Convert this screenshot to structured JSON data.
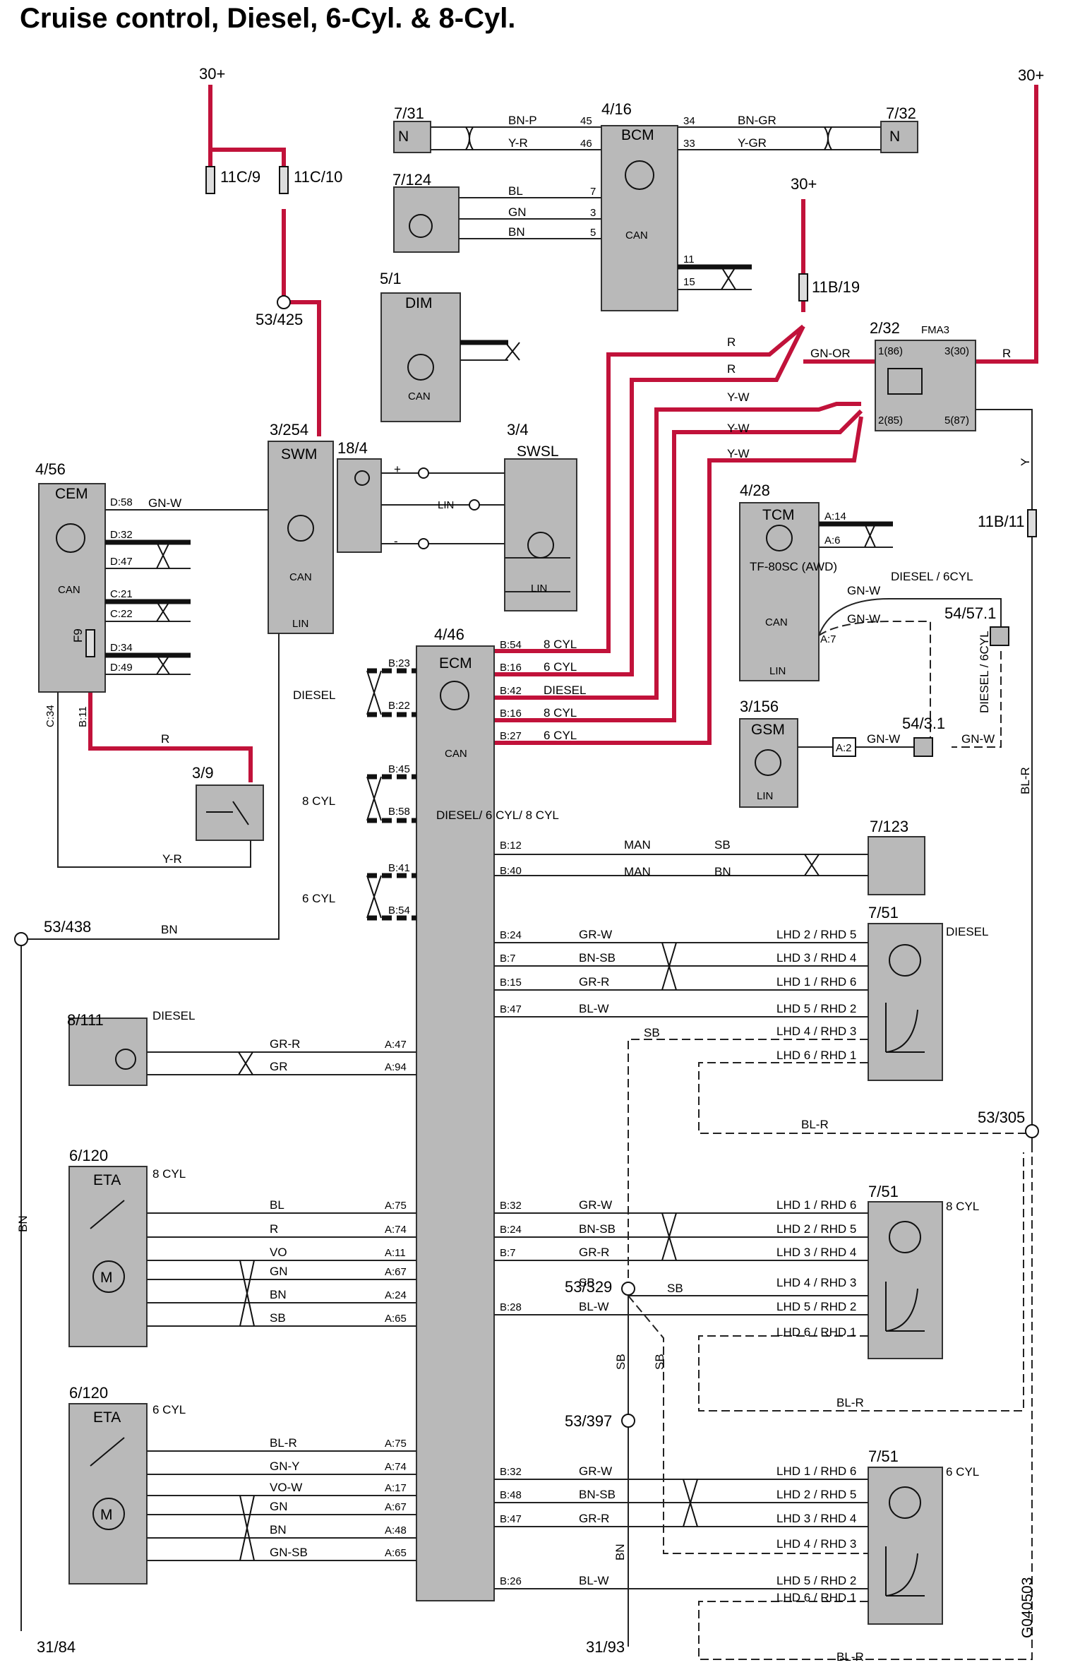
{
  "title": "Cruise control, Diesel, 6-Cyl. & 8-Cyl.",
  "figure_code": "G040503",
  "supplies": {
    "left": "30+",
    "right": "30+",
    "mid": "30+"
  },
  "components": {
    "bcm": {
      "code": "4/16",
      "name": "BCM",
      "can": "CAN"
    },
    "n731": {
      "code": "7/31",
      "n": "N"
    },
    "n732": {
      "code": "7/32",
      "n": "N"
    },
    "n7124": {
      "code": "7/124"
    },
    "dim": {
      "code": "5/1",
      "name": "DIM",
      "can": "CAN"
    },
    "cem": {
      "code": "4/56",
      "name": "CEM",
      "can": "CAN",
      "fuse": "F9"
    },
    "swm": {
      "code": "3/254",
      "name": "SWM",
      "can": "CAN",
      "lin": "LIN"
    },
    "c184": {
      "code": "18/4"
    },
    "swsl": {
      "code": "3/4",
      "name": "SWSL",
      "lin": "LIN"
    },
    "ecm": {
      "code": "4/46",
      "name": "ECM",
      "can": "CAN",
      "variant": "DIESEL/ 6 CYL/ 8 CYL"
    },
    "tcm": {
      "code": "4/28",
      "name": "TCM",
      "sub": "TF-80SC (AWD)",
      "can": "CAN",
      "lin": "LIN"
    },
    "gsm": {
      "code": "3/156",
      "name": "GSM",
      "lin": "LIN"
    },
    "fma3": {
      "code": "2/32",
      "name": "FMA3"
    },
    "c39": {
      "code": "3/9"
    },
    "c7123": {
      "code": "7/123"
    },
    "s751d": {
      "code": "7/51",
      "variant": "DIESEL"
    },
    "s7518": {
      "code": "7/51",
      "variant": "8 CYL"
    },
    "s7516": {
      "code": "7/51",
      "variant": "6 CYL"
    },
    "m8111": {
      "code": "8/111",
      "variant": "DIESEL"
    },
    "eta8": {
      "code": "6/120",
      "name": "ETA",
      "variant": "8 CYL",
      "m": "M"
    },
    "eta6": {
      "code": "6/120",
      "name": "ETA",
      "variant": "6 CYL",
      "m": "M"
    }
  },
  "fuses": {
    "f11c9": "11C/9",
    "f11c10": "11C/10",
    "f11b19": "11B/19",
    "f11b11": "11B/11"
  },
  "connectors": {
    "j53425": "53/425",
    "j53438": "53/438",
    "j53305": "53/305",
    "j53329": "53/329",
    "j53397": "53/397",
    "j5457": "54/57.1",
    "j543": "54/3.1",
    "g3184": "31/84",
    "g3193": "31/93"
  },
  "labels": {
    "diesel": "DIESEL",
    "cyl8": "8 CYL",
    "cyl6": "6 CYL",
    "diesel6": "DIESEL / 6CYL",
    "diesel6v": "DIESEL / 6CYL",
    "man": "MAN",
    "r": "R",
    "bn": "BN",
    "sb": "SB",
    "blr": "BL-R",
    "y": "Y",
    "yr": "Y-R",
    "gnor": "GN-OR",
    "gnw": "GN-W",
    "yw": "Y-W",
    "plus": "+",
    "minus": "-",
    "lin": "LIN"
  },
  "ecm_pins_top": [
    "B:54",
    "B:16",
    "B:42",
    "B:16",
    "B:27"
  ],
  "ecm_pins_top_labels": [
    "8 CYL",
    "6 CYL",
    "DIESEL",
    "8 CYL",
    "6 CYL"
  ],
  "ecm_pins_left": [
    "B:23",
    "B:22",
    "B:45",
    "B:58",
    "B:41",
    "B:54"
  ],
  "ecm_pins_right": [
    "B:12",
    "B:40"
  ],
  "sensor_diesel_rows": [
    {
      "pin": "B:24",
      "wire": "GR-W",
      "lhd": "LHD 2 / RHD 5"
    },
    {
      "pin": "B:7",
      "wire": "BN-SB",
      "lhd": "LHD 3 / RHD 4"
    },
    {
      "pin": "B:15",
      "wire": "GR-R",
      "lhd": "LHD 1 / RHD 6"
    },
    {
      "pin": "B:47",
      "wire": "BL-W",
      "lhd": "LHD 5 / RHD 2"
    }
  ],
  "sensor_diesel_extra": [
    "LHD 4 / RHD 3",
    "LHD 6 / RHD 1"
  ],
  "sensor_8_rows": [
    {
      "pin": "B:32",
      "wire": "GR-W",
      "lhd": "LHD 1 / RHD 6"
    },
    {
      "pin": "B:24",
      "wire": "BN-SB",
      "lhd": "LHD 2 / RHD 5"
    },
    {
      "pin": "B:7",
      "wire": "GR-R",
      "lhd": "LHD 3 / RHD 4"
    },
    {
      "pin": "",
      "wire": "SB",
      "lhd": "LHD 4 / RHD 3"
    },
    {
      "pin": "B:28",
      "wire": "BL-W",
      "lhd": "LHD 5 / RHD 2"
    },
    {
      "pin": "",
      "wire": "",
      "lhd": "LHD 6 / RHD 1"
    }
  ],
  "sensor_6_rows": [
    {
      "pin": "B:32",
      "wire": "GR-W",
      "lhd": "LHD 1 / RHD 6"
    },
    {
      "pin": "B:48",
      "wire": "BN-SB",
      "lhd": "LHD 2 / RHD 5"
    },
    {
      "pin": "B:47",
      "wire": "GR-R",
      "lhd": "LHD 3 / RHD 4"
    },
    {
      "pin": "",
      "wire": "",
      "lhd": "LHD 4 / RHD 3"
    },
    {
      "pin": "B:26",
      "wire": "BL-W",
      "lhd": "LHD 5 / RHD 2"
    },
    {
      "pin": "",
      "wire": "",
      "lhd": "LHD 6 / RHD 1"
    }
  ],
  "eta8_rows": [
    {
      "pin": "A:75",
      "wire": "BL"
    },
    {
      "pin": "A:74",
      "wire": "R"
    },
    {
      "pin": "A:11",
      "wire": "VO"
    },
    {
      "pin": "A:67",
      "wire": "GN"
    },
    {
      "pin": "A:24",
      "wire": "BN"
    },
    {
      "pin": "A:65",
      "wire": "SB"
    }
  ],
  "eta6_rows": [
    {
      "pin": "A:75",
      "wire": "BL-R"
    },
    {
      "pin": "A:74",
      "wire": "GN-Y"
    },
    {
      "pin": "A:17",
      "wire": "VO-W"
    },
    {
      "pin": "A:67",
      "wire": "GN"
    },
    {
      "pin": "A:48",
      "wire": "BN"
    },
    {
      "pin": "A:65",
      "wire": "GN-SB"
    }
  ],
  "m8111_rows": [
    {
      "pin": "A:47",
      "wire": "GR-R"
    },
    {
      "pin": "A:94",
      "wire": "GR"
    }
  ],
  "bcm_rows": {
    "l1": {
      "wire": "BN-P",
      "pin": "45"
    },
    "l2": {
      "wire": "Y-R",
      "pin": "46"
    },
    "r1": {
      "wire": "BN-GR",
      "pin": "34"
    },
    "r2": {
      "wire": "Y-GR",
      "pin": "33"
    },
    "s1": {
      "wire": "BL",
      "pin": "7"
    },
    "s2": {
      "wire": "GN",
      "pin": "3"
    },
    "s3": {
      "wire": "BN",
      "pin": "5"
    },
    "c1": "11",
    "c2": "15"
  },
  "cem_pins": [
    "D:58",
    "D:32",
    "D:47",
    "C:21",
    "C:22",
    "D:34",
    "D:49",
    "C:34",
    "B:11"
  ],
  "cem_wire": "GN-W",
  "tcm_pins": [
    "A:14",
    "A:6",
    "A:7"
  ],
  "gsm_pin": "A:2",
  "relay_pins": [
    "1(86)",
    "3(30)",
    "2(85)",
    "5(87)"
  ],
  "man_wires": [
    "SB",
    "BN"
  ]
}
